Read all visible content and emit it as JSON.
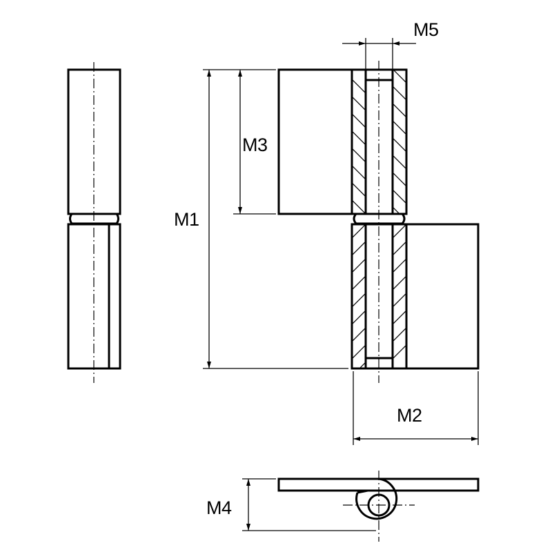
{
  "drawing": {
    "subject": "lift-off hinge technical drawing",
    "views": [
      "side-view",
      "front-section-view",
      "top-view"
    ],
    "line_color": "#000000",
    "background": "#ffffff"
  },
  "dimensions": {
    "m1": "M1",
    "m2": "M2",
    "m3": "M3",
    "m4": "M4",
    "m5": "M5"
  }
}
